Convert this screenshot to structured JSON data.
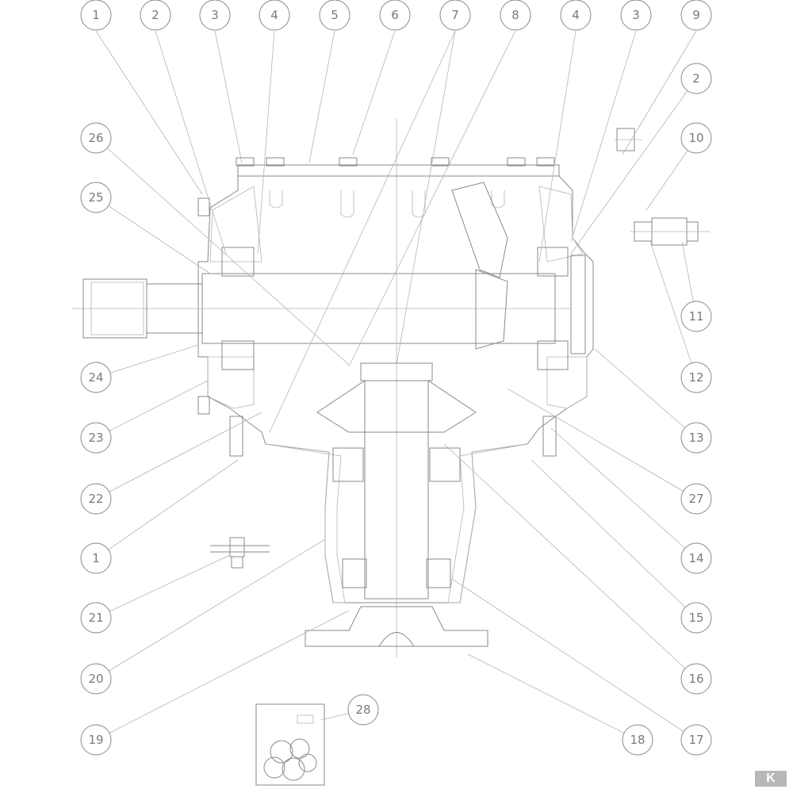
{
  "diagram": {
    "type": "exploded parts drawing",
    "subject": "gearbox cross-section",
    "colors": {
      "line": "#8a8a8a",
      "hatch": "#b8b8b8",
      "background": "#ffffff"
    }
  },
  "callouts": [
    {
      "id": "c1",
      "label": "1"
    },
    {
      "id": "c2",
      "label": "2"
    },
    {
      "id": "c3",
      "label": "3"
    },
    {
      "id": "c4",
      "label": "4"
    },
    {
      "id": "c5",
      "label": "5"
    },
    {
      "id": "c6",
      "label": "6"
    },
    {
      "id": "c7",
      "label": "7"
    },
    {
      "id": "c8",
      "label": "8"
    },
    {
      "id": "c4b",
      "label": "4"
    },
    {
      "id": "c3b",
      "label": "3"
    },
    {
      "id": "c9",
      "label": "9"
    },
    {
      "id": "c2b",
      "label": "2"
    },
    {
      "id": "c10",
      "label": "10"
    },
    {
      "id": "c11",
      "label": "11"
    },
    {
      "id": "c12",
      "label": "12"
    },
    {
      "id": "c13",
      "label": "13"
    },
    {
      "id": "c27",
      "label": "27"
    },
    {
      "id": "c14",
      "label": "14"
    },
    {
      "id": "c15",
      "label": "15"
    },
    {
      "id": "c16",
      "label": "16"
    },
    {
      "id": "c17",
      "label": "17"
    },
    {
      "id": "c18",
      "label": "18"
    },
    {
      "id": "c19",
      "label": "19"
    },
    {
      "id": "c20",
      "label": "20"
    },
    {
      "id": "c21",
      "label": "21"
    },
    {
      "id": "c1b",
      "label": "1"
    },
    {
      "id": "c22",
      "label": "22"
    },
    {
      "id": "c23",
      "label": "23"
    },
    {
      "id": "c24",
      "label": "24"
    },
    {
      "id": "c25",
      "label": "25"
    },
    {
      "id": "c26",
      "label": "26"
    },
    {
      "id": "c28",
      "label": "28"
    }
  ],
  "brand_logo": {
    "text": "K"
  }
}
